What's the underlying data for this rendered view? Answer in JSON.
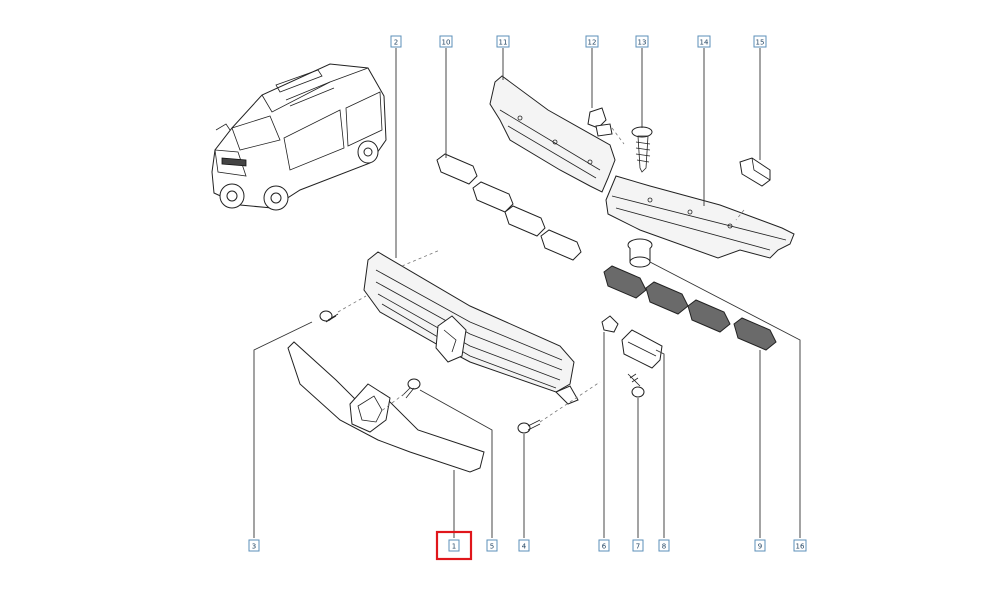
{
  "callouts": [
    {
      "num": "1",
      "highlighted": true
    },
    {
      "num": "2"
    },
    {
      "num": "3"
    },
    {
      "num": "4"
    },
    {
      "num": "5"
    },
    {
      "num": "6"
    },
    {
      "num": "7"
    },
    {
      "num": "8"
    },
    {
      "num": "9"
    },
    {
      "num": "10"
    },
    {
      "num": "11"
    },
    {
      "num": "12"
    },
    {
      "num": "13"
    },
    {
      "num": "14"
    },
    {
      "num": "15"
    },
    {
      "num": "16"
    }
  ],
  "colors": {
    "label_box": "#5b8fb8",
    "highlight": "#e0161b",
    "line_art": "#222222"
  }
}
